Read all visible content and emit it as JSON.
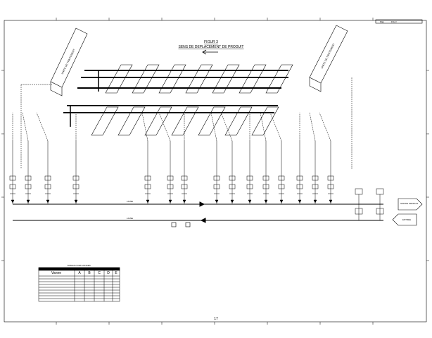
{
  "title_block": {
    "label": "Plan",
    "value": "FIG 3"
  },
  "figure": {
    "title": "FIGUR 3",
    "subtitle": "SENS DE DEPLACEMENT DE PRODUIT"
  },
  "units": {
    "left": "UNITE DE TRAITEMENT",
    "right": "UNITE DE TRAITEMENT"
  },
  "lines": {
    "upper": "LIGNE",
    "lower": "LIGNE"
  },
  "outlets": {
    "upper": "SORTIE PRODUIT",
    "lower": "ENTREE"
  },
  "page_number": "17",
  "table": {
    "title": "TABLEAU DES VANNES",
    "header": [
      "Vanne",
      "A",
      "B",
      "C",
      "D",
      "E"
    ],
    "rows": 9
  }
}
